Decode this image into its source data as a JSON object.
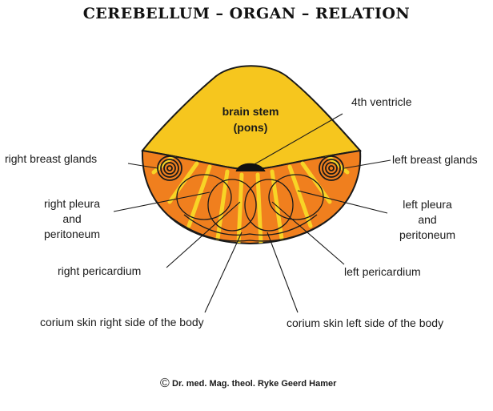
{
  "title": "CEREBELLUM – ORGAN – RELATION",
  "labels": {
    "brain_stem_1": "brain stem",
    "brain_stem_2": "(pons)",
    "fourth_ventricle": "4th ventricle",
    "right_breast": "right breast glands",
    "left_breast": "left breast glands",
    "right_pleura_1": "right pleura",
    "right_pleura_2": "and",
    "right_pleura_3": "peritoneum",
    "left_pleura_1": "left pleura",
    "left_pleura_2": "and",
    "left_pleura_3": "peritoneum",
    "right_pericardium": "right pericardium",
    "left_pericardium": "left pericardium",
    "corium_right": "corium skin right side of the body",
    "corium_left": "corium skin left side of the body"
  },
  "copyright_symbol": "©",
  "copyright": "Dr. med. Mag. theol. Ryke Geerd Hamer",
  "colors": {
    "brain_stem": "#f6c61e",
    "cerebellum": "#f07f1e",
    "stripe": "#f8d426",
    "lines": "#1a1a1a"
  }
}
